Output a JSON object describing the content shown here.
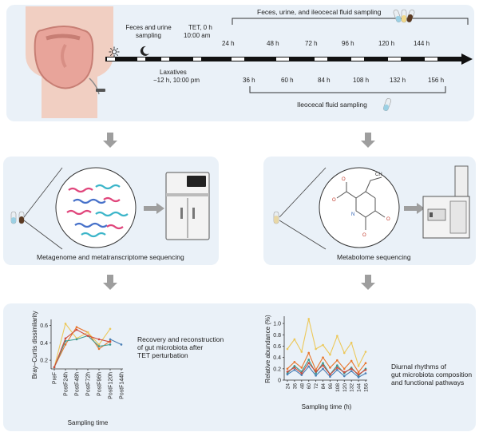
{
  "timeline": {
    "top_header": "Feces, urine, and ileocecal fluid sampling",
    "feces_urine_label": "Feces and urine sampling",
    "tet_label": "TET, 0 h",
    "tet_time": "10:00 am",
    "laxatives_label": "Laxatives",
    "laxatives_time": "−12 h, 10:00 pm",
    "top_hours": [
      "24 h",
      "48 h",
      "72 h",
      "96 h",
      "120 h",
      "144 h"
    ],
    "bottom_hours": [
      "36 h",
      "60 h",
      "84 h",
      "108 h",
      "132 h",
      "156 h"
    ],
    "bottom_header": "Ileocecal fluid sampling"
  },
  "sequencing": {
    "left_caption": "Metagenome and metatranscriptome sequencing",
    "right_caption": "Metabolome sequencing"
  },
  "results": {
    "left_caption": [
      "Recovery and reconstruction",
      "of gut microbiota after",
      "TET perturbation"
    ],
    "right_caption": [
      "Diurnal rhythms of",
      "gut microbiota composition",
      "and functional pathways"
    ]
  },
  "colors": {
    "panel": "#eaf1f8",
    "arrow": "#9e9e9e",
    "series_orange": "#e8762d",
    "series_yellow": "#ecc85a",
    "series_teal": "#3b9a8f",
    "series_blue": "#4a7fb5",
    "series_red": "#d04a3b",
    "pink": "#e0457b",
    "cyan": "#3bb5c9",
    "blue": "#4570c9"
  },
  "chart_data": [
    {
      "type": "line",
      "ylabel": "Bray–Curtis dissimilarity",
      "xlabel": "Sampling time",
      "categories": [
        "PreF",
        "PostF24h",
        "PostF48h",
        "PostF72h",
        "PostF96h",
        "PostF120h",
        "PostF144h"
      ],
      "yticks": [
        "0.2",
        "0.4",
        "0.6"
      ],
      "ylim": [
        0.1,
        0.65
      ],
      "series": [
        {
          "color": "series_orange",
          "values": [
            0.12,
            0.38,
            0.58,
            0.52,
            0.33,
            0.42,
            null
          ]
        },
        {
          "color": "series_yellow",
          "values": [
            0.12,
            0.62,
            0.45,
            0.52,
            0.38,
            0.56,
            null
          ]
        },
        {
          "color": "series_teal",
          "values": [
            0.12,
            0.42,
            0.44,
            0.48,
            0.36,
            0.38,
            null
          ]
        },
        {
          "color": "series_red",
          "values": [
            0.12,
            0.45,
            0.55,
            0.48,
            0.44,
            0.41,
            null
          ]
        },
        {
          "color": "series_blue",
          "values": [
            null,
            null,
            null,
            null,
            null,
            0.44,
            0.38
          ]
        }
      ]
    },
    {
      "type": "line",
      "ylabel": "Relative abundance (%)",
      "xlabel": "Sampling time (h)",
      "categories": [
        "24",
        "36",
        "48",
        "60",
        "72",
        "84",
        "96",
        "108",
        "120",
        "132",
        "144",
        "156"
      ],
      "yticks": [
        "0",
        "0.2",
        "0.4",
        "0.6",
        "0.8",
        "1.0"
      ],
      "ylim": [
        0,
        1.1
      ],
      "series": [
        {
          "color": "series_yellow",
          "values": [
            0.55,
            0.72,
            0.5,
            1.08,
            0.55,
            0.62,
            0.45,
            0.78,
            0.48,
            0.66,
            0.25,
            0.5
          ]
        },
        {
          "color": "series_orange",
          "values": [
            0.2,
            0.32,
            0.22,
            0.48,
            0.18,
            0.4,
            0.22,
            0.35,
            0.2,
            0.34,
            0.14,
            0.3
          ]
        },
        {
          "color": "series_teal",
          "values": [
            0.12,
            0.25,
            0.15,
            0.36,
            0.12,
            0.3,
            0.1,
            0.26,
            0.12,
            0.22,
            0.08,
            0.2
          ]
        },
        {
          "color": "series_blue",
          "values": [
            0.1,
            0.18,
            0.09,
            0.24,
            0.08,
            0.2,
            0.06,
            0.18,
            0.07,
            0.16,
            0.05,
            0.12
          ]
        },
        {
          "color": "series_red",
          "values": [
            0.15,
            0.22,
            0.12,
            0.3,
            0.15,
            0.26,
            0.1,
            0.22,
            0.14,
            0.2,
            0.1,
            0.18
          ]
        }
      ]
    }
  ]
}
